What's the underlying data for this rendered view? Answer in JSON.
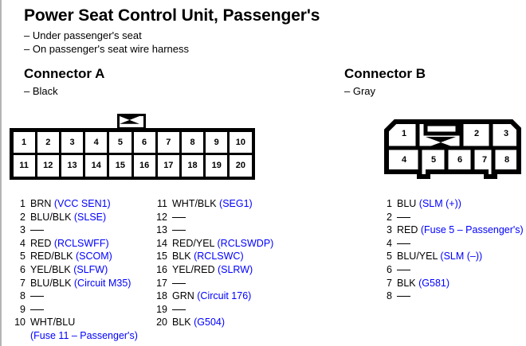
{
  "header": {
    "title": "Power Seat Control Unit, Passenger's",
    "bullets": [
      "– Under passenger's seat",
      "– On passenger's seat wire harness"
    ]
  },
  "connector_a": {
    "heading": "Connector A",
    "color_note": "– Black",
    "diagram": {
      "type": "pin-grid",
      "rows": 2,
      "columns": 10,
      "tab_label": "locking-tab",
      "top_row_pins": [
        "1",
        "2",
        "3",
        "4",
        "5",
        "6",
        "7",
        "8",
        "9",
        "10"
      ],
      "bottom_row_pins": [
        "11",
        "12",
        "13",
        "14",
        "15",
        "16",
        "17",
        "18",
        "19",
        "20"
      ]
    },
    "pins_left": [
      {
        "no": "1",
        "wire": "BRN",
        "signal": "(VCC SEN1)",
        "empty": false
      },
      {
        "no": "2",
        "wire": "BLU/BLK",
        "signal": "(SLSE)",
        "empty": false
      },
      {
        "no": "3",
        "wire": "",
        "signal": "",
        "empty": true
      },
      {
        "no": "4",
        "wire": "RED",
        "signal": "(RCLSWFF)",
        "empty": false
      },
      {
        "no": "5",
        "wire": "RED/BLK",
        "signal": "(SCOM)",
        "empty": false
      },
      {
        "no": "6",
        "wire": "YEL/BLK",
        "signal": "(SLFW)",
        "empty": false
      },
      {
        "no": "7",
        "wire": "BLU/BLK",
        "signal": "(Circuit M35)",
        "empty": false
      },
      {
        "no": "8",
        "wire": "",
        "signal": "",
        "empty": true
      },
      {
        "no": "9",
        "wire": "",
        "signal": "",
        "empty": true
      },
      {
        "no": "10",
        "wire": "WHT/BLU",
        "signal": "",
        "empty": false,
        "signal_second_line": "(Fuse 11 – Passenger's)"
      }
    ],
    "pins_right": [
      {
        "no": "11",
        "wire": "WHT/BLK",
        "signal": "(SEG1)",
        "empty": false
      },
      {
        "no": "12",
        "wire": "",
        "signal": "",
        "empty": true
      },
      {
        "no": "13",
        "wire": "",
        "signal": "",
        "empty": true
      },
      {
        "no": "14",
        "wire": "RED/YEL",
        "signal": "(RCLSWDP)",
        "empty": false
      },
      {
        "no": "15",
        "wire": "BLK",
        "signal": "(RCLSWC)",
        "empty": false
      },
      {
        "no": "16",
        "wire": "YEL/RED",
        "signal": "(SLRW)",
        "empty": false
      },
      {
        "no": "17",
        "wire": "",
        "signal": "",
        "empty": true
      },
      {
        "no": "18",
        "wire": "GRN",
        "signal": "(Circuit 176)",
        "empty": false
      },
      {
        "no": "19",
        "wire": "",
        "signal": "",
        "empty": true
      },
      {
        "no": "20",
        "wire": "BLK",
        "signal": "(G504)",
        "empty": false
      }
    ]
  },
  "connector_b": {
    "heading": "Connector B",
    "color_note": "– Gray",
    "diagram": {
      "type": "pin-grid-shaped",
      "top_row_pins": [
        "1",
        "2",
        "3"
      ],
      "bottom_row_pins": [
        "4",
        "5",
        "6",
        "7",
        "8"
      ],
      "tab_label": "locking-tab"
    },
    "pins": [
      {
        "no": "1",
        "wire": "BLU",
        "signal": "(SLM (+))",
        "empty": false
      },
      {
        "no": "2",
        "wire": "",
        "signal": "",
        "empty": true
      },
      {
        "no": "3",
        "wire": "RED",
        "signal": "(Fuse 5 – Passenger's)",
        "empty": false
      },
      {
        "no": "4",
        "wire": "",
        "signal": "",
        "empty": true
      },
      {
        "no": "5",
        "wire": "BLU/YEL",
        "signal": "(SLM (–))",
        "empty": false
      },
      {
        "no": "6",
        "wire": "",
        "signal": "",
        "empty": true
      },
      {
        "no": "7",
        "wire": "BLK",
        "signal": "(G581)",
        "empty": false
      },
      {
        "no": "8",
        "wire": "",
        "signal": "",
        "empty": true
      }
    ]
  },
  "colors": {
    "signal_text": "#0000ff",
    "wire_text": "#000000",
    "line": "#000000",
    "page_border": "#b4b4b4"
  }
}
